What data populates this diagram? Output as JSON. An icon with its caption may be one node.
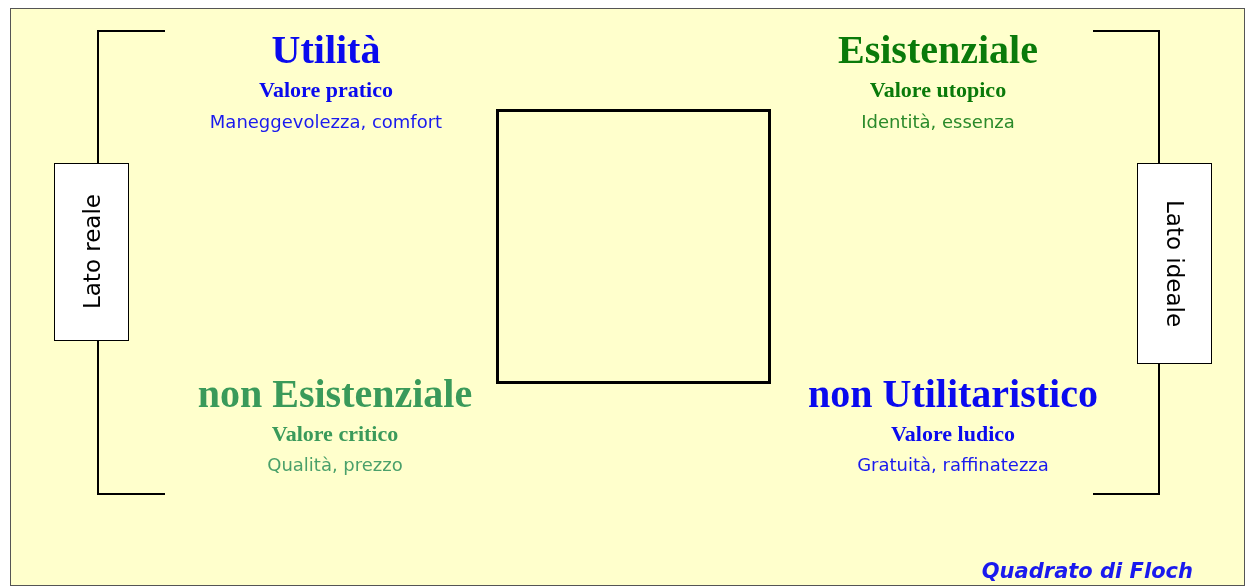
{
  "diagram": {
    "caption": "Quadrato di Floch",
    "nodes": [
      {
        "text": [
          "Lato reale"
        ]
      },
      {
        "text": [
          "Lato ideale"
        ]
      }
    ],
    "labels": [
      "Utilità",
      "Valore pratico",
      "Maneggevolezza, comfort",
      "Esistenziale",
      "Valore utopico",
      "Identità, essenza",
      "non Esistenziale",
      "Valore critico",
      "Qualità, prezzo",
      "non Utilitaristico",
      "Valore ludico",
      "Gratuità, raffinatezza"
    ]
  }
}
